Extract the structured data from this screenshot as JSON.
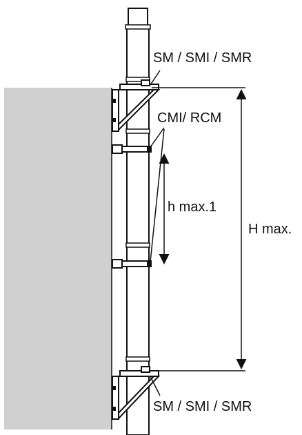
{
  "diagram": {
    "labels": {
      "top_bracket": "SM / SMI / SMR",
      "middle_clamps": "CMI/ RCM",
      "h_dimension": "h max.1",
      "H_dimension": "H max.",
      "bottom_bracket": "SM / SMI / SMR"
    },
    "colors": {
      "wall": "#d0d0d0",
      "line": "#111111",
      "background": "#ffffff"
    }
  }
}
